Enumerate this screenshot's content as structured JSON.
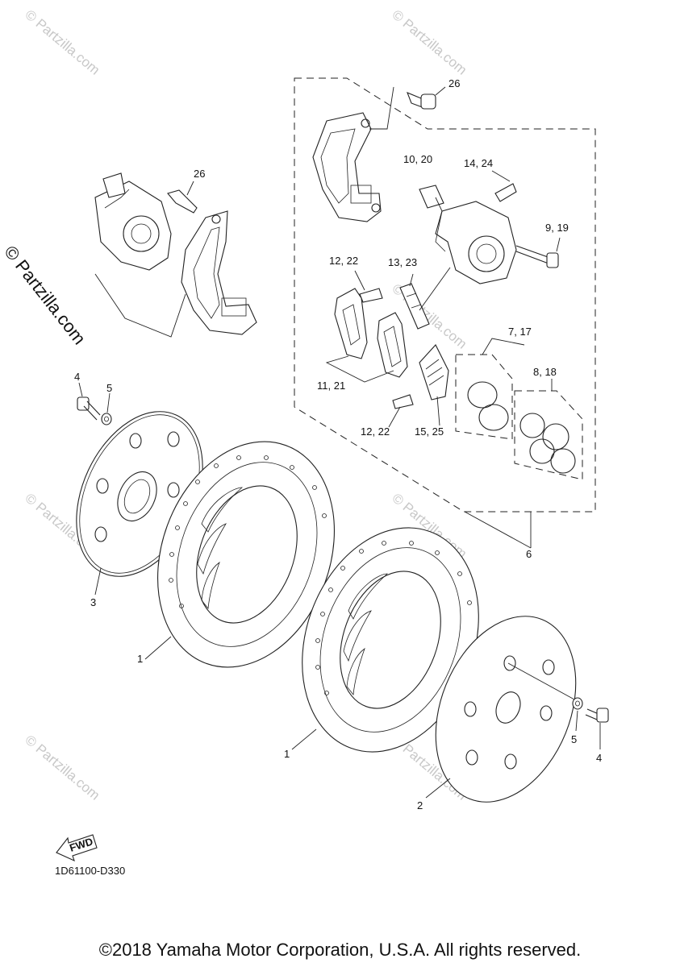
{
  "diagram": {
    "callouts": {
      "c26a": "26",
      "c26b": "26",
      "c10_20": "10, 20",
      "c14_24": "14, 24",
      "c9_19": "9, 19",
      "c12_22a": "12, 22",
      "c13_23": "13, 23",
      "c7_17": "7, 17",
      "c8_18": "8, 18",
      "c11_21": "11, 21",
      "c12_22b": "12, 22",
      "c15_25": "15, 25",
      "c6": "6",
      "c4a": "4",
      "c5a": "5",
      "c3": "3",
      "c1a": "1",
      "c1b": "1",
      "c5b": "5",
      "c4b": "4",
      "c2": "2"
    },
    "diagram_code": "1D61100-D330",
    "fwd_label": "FWD",
    "watermark": "© Partzilla.com",
    "side_watermark": "© Partzilla.com"
  },
  "footer": {
    "copyright": "©2018 Yamaha Motor Corporation, U.S.A. All rights reserved."
  }
}
